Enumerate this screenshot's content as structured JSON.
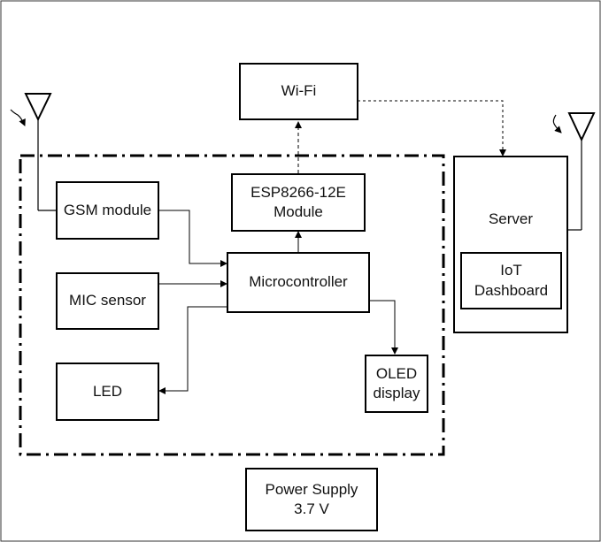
{
  "diagram": {
    "blocks": {
      "wifi": {
        "label": "Wi-Fi"
      },
      "esp": {
        "line1": "ESP8266-12E",
        "line2": "Module"
      },
      "gsm": {
        "label": "GSM module"
      },
      "mic": {
        "label": "MIC sensor"
      },
      "mcu": {
        "label": "Microcontroller"
      },
      "led": {
        "label": "LED"
      },
      "oled": {
        "line1": "OLED",
        "line2": "display"
      },
      "server": {
        "label": "Server"
      },
      "iot": {
        "line1": "IoT",
        "line2": "Dashboard"
      },
      "power": {
        "line1": "Power Supply",
        "line2": "3.7 V"
      }
    },
    "icons": [
      "antenna-icon",
      "antenna-icon"
    ]
  }
}
